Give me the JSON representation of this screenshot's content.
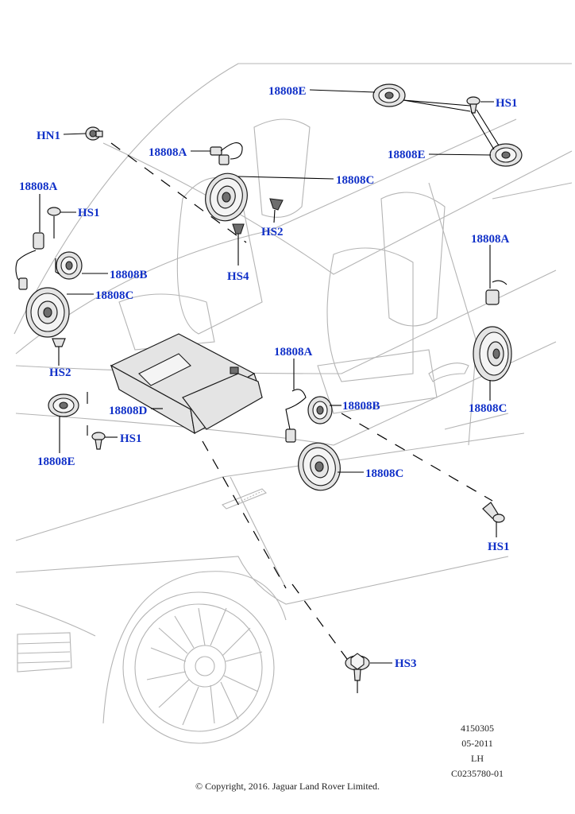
{
  "callouts": {
    "hn1": "HN1",
    "a_roof": "18808A",
    "a_left": "18808A",
    "a_right": "18808A",
    "a_center": "18808A",
    "b_left": "18808B",
    "b_center": "18808B",
    "c_roof": "18808C",
    "c_left": "18808C",
    "c_right": "18808C",
    "c_center": "18808C",
    "d": "18808D",
    "e_top": "18808E",
    "e_right": "18808E",
    "e_left": "18808E",
    "hs1_top": "HS1",
    "hs1_left": "HS1",
    "hs1_lower": "HS1",
    "hs1_right": "HS1",
    "hs2_roof": "HS2",
    "hs2_left": "HS2",
    "hs3": "HS3",
    "hs4": "HS4"
  },
  "meta": {
    "line1": "4150305",
    "line2": "05-2011",
    "line3": "LH",
    "line4": "C0235780-01"
  },
  "copyright": "© Copyright, 2016. Jaguar Land Rover Limited.",
  "colors": {
    "callout": "#1030c8",
    "outline": "#b4b4b4",
    "part": "#1a1a1a"
  }
}
